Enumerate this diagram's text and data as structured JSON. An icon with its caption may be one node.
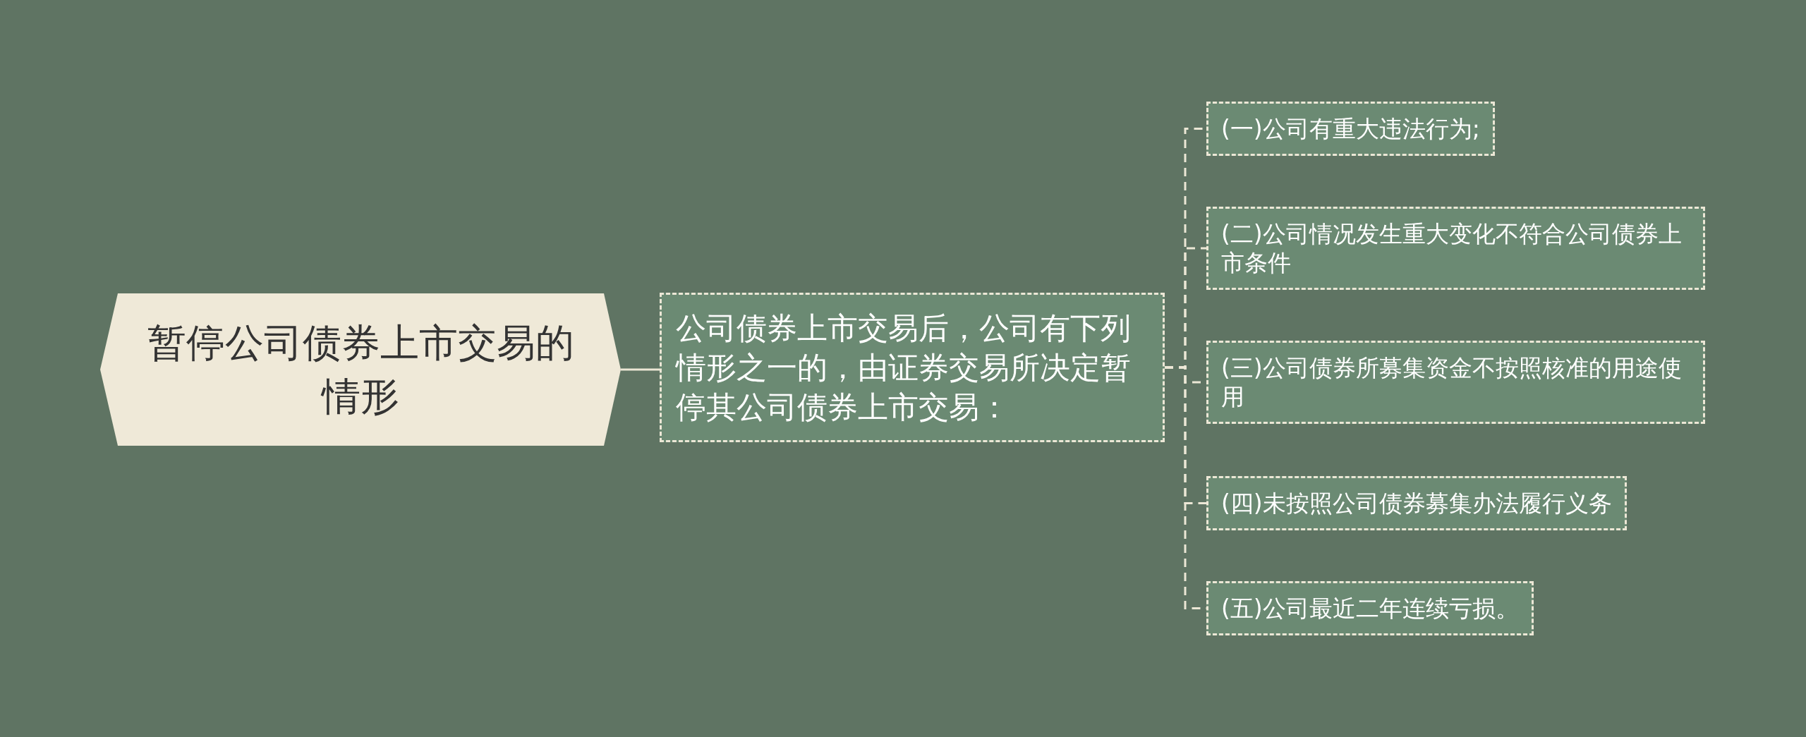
{
  "diagram": {
    "nodes": [
      {
        "text": [
          "暂停公司债券上市交易的情形"
        ]
      },
      {
        "text": [
          "公司债券上市交易后，公司有下列情形之一的，由证券交易所决定暂停其公司债券上市交易："
        ]
      },
      {
        "text": [
          "(一)公司有重大违法行为;"
        ]
      },
      {
        "text": [
          "(二)公司情况发生重大变化不符合公司债券上市条件"
        ]
      },
      {
        "text": [
          "(三)公司债券所募集资金不按照核准的用途使用"
        ]
      },
      {
        "text": [
          "(四)未按照公司债券募集办法履行义务"
        ]
      },
      {
        "text": [
          "(五)公司最近二年连续亏损。"
        ]
      }
    ],
    "edges": [
      {
        "from": 0,
        "to": 1,
        "arrow": "none"
      },
      {
        "from": 1,
        "to": 2,
        "arrow": "none",
        "style": "dashed"
      },
      {
        "from": 1,
        "to": 3,
        "arrow": "none",
        "style": "dashed"
      },
      {
        "from": 1,
        "to": 4,
        "arrow": "none",
        "style": "dashed"
      },
      {
        "from": 1,
        "to": 5,
        "arrow": "none",
        "style": "dashed"
      },
      {
        "from": 1,
        "to": 6,
        "arrow": "none",
        "style": "dashed"
      }
    ]
  }
}
